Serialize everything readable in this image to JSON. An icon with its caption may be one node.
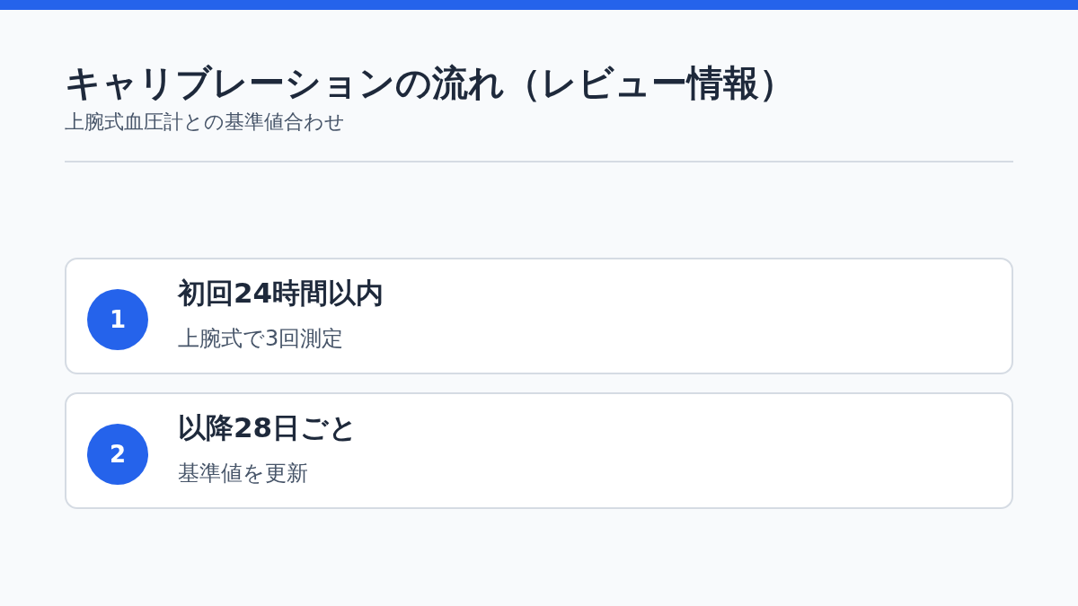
{
  "diagram": {
    "title": "キャリブレーションの流れ（レビュー情報）",
    "nodes": [
      {
        "text": [
          "初回24時間以内",
          "上腕式で3回測定"
        ]
      },
      {
        "text": [
          "1"
        ],
        "in": 0
      },
      {
        "text": [
          "以降28日ごと",
          "基準値を更新"
        ]
      },
      {
        "text": [
          "2"
        ],
        "in": 2
      }
    ],
    "labels": [
      "上腕式血圧計との基準値合わせ"
    ]
  }
}
